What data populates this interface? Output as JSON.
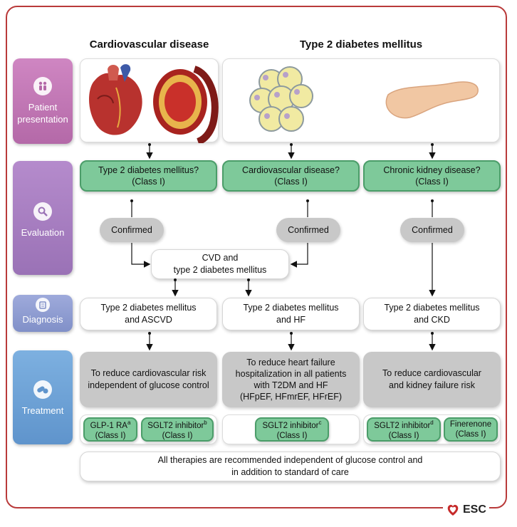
{
  "columns": {
    "cvd_title": "Cardiovascular disease",
    "t2dm_title": "Type 2 diabetes mellitus"
  },
  "sidebar": {
    "patient": "Patient presentation",
    "evaluation": "Evaluation",
    "diagnosis": "Diagnosis",
    "treatment": "Treatment"
  },
  "evaluation": {
    "col1_line1": "Type 2 diabetes mellitus?",
    "col1_line2": "(Class I)",
    "col2_line1": "Cardiovascular disease?",
    "col2_line2": "(Class I)",
    "col3_line1": "Chronic kidney disease?",
    "col3_line2": "(Class I)",
    "confirmed": "Confirmed",
    "merge_line1": "CVD and",
    "merge_line2": "type 2 diabetes mellitus"
  },
  "diagnosis": {
    "col1_line1": "Type 2 diabetes mellitus",
    "col1_line2": "and ASCVD",
    "col2_line1": "Type 2 diabetes mellitus",
    "col2_line2": "and HF",
    "col3_line1": "Type 2 diabetes mellitus",
    "col3_line2": "and CKD"
  },
  "treatment": {
    "col1_line1": "To reduce cardiovascular risk",
    "col1_line2": "independent of glucose control",
    "col2_line1": "To reduce heart failure",
    "col2_line2": "hospitalization in all patients",
    "col2_line3": "with T2DM and HF",
    "col2_line4": "(HFpEF, HFmrEF, HFrEF)",
    "col3_line1": "To reduce cardiovascular",
    "col3_line2": "and kidney failure risk"
  },
  "drugs": {
    "glp1": "GLP-1 RA",
    "glp1_sup": "a",
    "sglt2_1": "SGLT2 inhibitor",
    "sglt2_1_sup": "b",
    "sglt2_2": "SGLT2 inhibitor",
    "sglt2_2_sup": "c",
    "sglt2_3": "SGLT2 inhibitor",
    "sglt2_3_sup": "d",
    "finerenone": "Finerenone",
    "class": "(Class I)"
  },
  "footer": {
    "line1": "All therapies are recommended independent of glucose control and",
    "line2": "in addition to standard of care"
  },
  "logo": "ESC",
  "colors": {
    "frame": "#b93a3a",
    "green": "#7ec99a",
    "gray": "#c8c8c8",
    "patient_side": "#c178b4",
    "evaluation_side": "#a77fbf",
    "diagnosis_side": "#8e9bd0",
    "treatment_side": "#6ea3d8"
  }
}
